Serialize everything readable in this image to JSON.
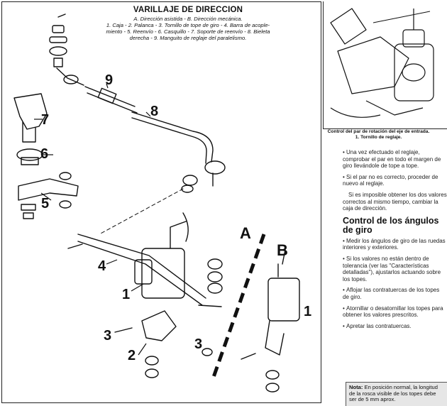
{
  "figure": {
    "title": "VARILLAJE DE DIRECCION",
    "caption_lines": [
      "A. Dirección asistida - B. Dirección mecánica.",
      "1. Caja - 2. Palanca - 3. Tornillo de tope de giro - 4. Barra de acople-",
      "miento - 5. Reenvío - 6. Casquillo - 7. Soporte de reenvío - 8. Bieleta",
      "derecha - 9. Manguito de reglaje del paralelismo."
    ],
    "labels": {
      "n1a": "1",
      "n1b": "1",
      "n2": "2",
      "n3a": "3",
      "n3b": "3",
      "n4": "4",
      "n5": "5",
      "n6": "6",
      "n7": "7",
      "n8": "8",
      "n9": "9",
      "letterA": "A",
      "letterB": "B"
    }
  },
  "inset": {
    "caption_line1": "Control del par de rotación del eje de entrada.",
    "caption_line2": "1. Tornillo de reglaje."
  },
  "text": {
    "p1": "Una vez efectuado el reglaje, comprobar el par en todo el margen de giro llevándole de tope a tope.",
    "p2": "Si el par no es correcto, proceder de nuevo al reglaje.",
    "p3": "Si es imposible obtener los dos valores correctos al mismo tiempo, cambiar la caja de dirección.",
    "heading": "Control de los ángulos de giro",
    "p4": "Medir los ángulos de giro de las ruedas interiores y exteriores.",
    "p5": "Si los valores no están dentro de tolerancia (ver las \"Características detalladas\"), ajustarlos actuando sobre los topes.",
    "p6": "Aflojar las contratuercas de los topes de giro.",
    "p7": "Atornillar o desatornillar los topes para obtener los valores prescritos.",
    "p8": "Apretar las contratuercas."
  },
  "note": {
    "label": "Nota:",
    "body": "En posición normal, la longitud de la rosca visible de los topes debe ser de 5 mm aprox."
  }
}
